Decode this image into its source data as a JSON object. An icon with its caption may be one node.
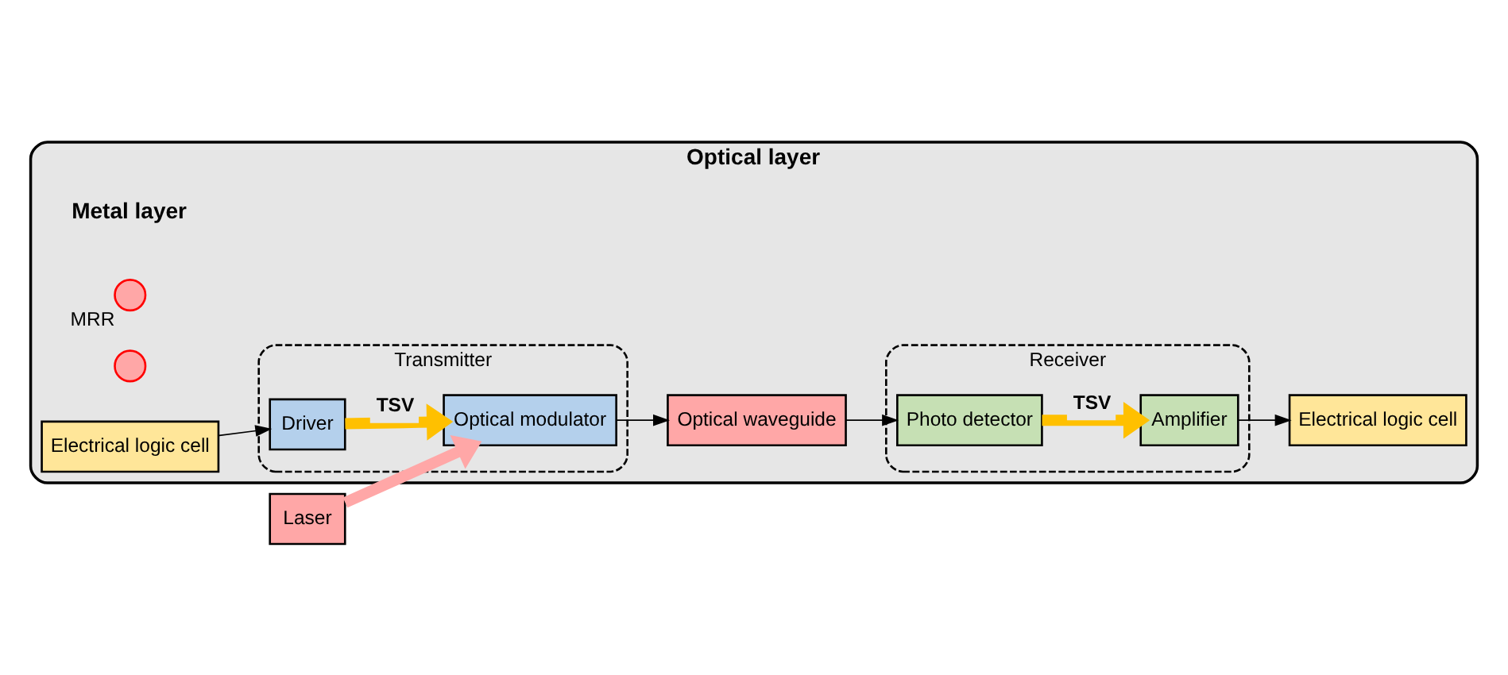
{
  "diagram": {
    "nodes": [
      {
        "text": [
          "Optical layer",
          "Metal layer"
        ]
      },
      {
        "text": [
          "Laser"
        ]
      },
      {
        "text": [
          "Transmitter"
        ],
        "in": 0
      },
      {
        "text": [
          "Optical modulator"
        ],
        "in": 2
      },
      {
        "text": [
          "Driver"
        ],
        "in": 2
      },
      {
        "text": [],
        "shape": "circle",
        "beside": [
          "MRR"
        ],
        "in": 0
      },
      {
        "text": [
          "Optical waveguide"
        ],
        "in": 0
      },
      {
        "text": [],
        "shape": "circle",
        "in": 0
      },
      {
        "text": [
          "Receiver"
        ],
        "in": 0
      },
      {
        "text": [
          "Photo detector"
        ],
        "in": 8
      },
      {
        "text": [
          "Amplifier"
        ],
        "in": 8
      },
      {
        "text": [
          "Electrical logic cell"
        ],
        "in": 0
      },
      {
        "text": [
          "Electrical logic cell"
        ],
        "in": 0
      }
    ],
    "edges": [
      {
        "from": 1,
        "to": 3,
        "arrow": "to",
        "style": "thick",
        "color": "#ffa7a7"
      },
      {
        "from": 3,
        "to": 6,
        "arrow": "to"
      },
      {
        "from": 6,
        "to": 9,
        "arrow": "to"
      },
      {
        "from": 4,
        "to": 3,
        "arrow": "to",
        "label": "TSV",
        "style": "thick",
        "color": "#ffc000"
      },
      {
        "from": 9,
        "to": 10,
        "arrow": "to",
        "label": "TSV",
        "style": "thick",
        "color": "#ffc000"
      },
      {
        "from": 11,
        "to": 4,
        "arrow": "to"
      },
      {
        "from": 10,
        "to": 12,
        "arrow": "to"
      }
    ]
  }
}
